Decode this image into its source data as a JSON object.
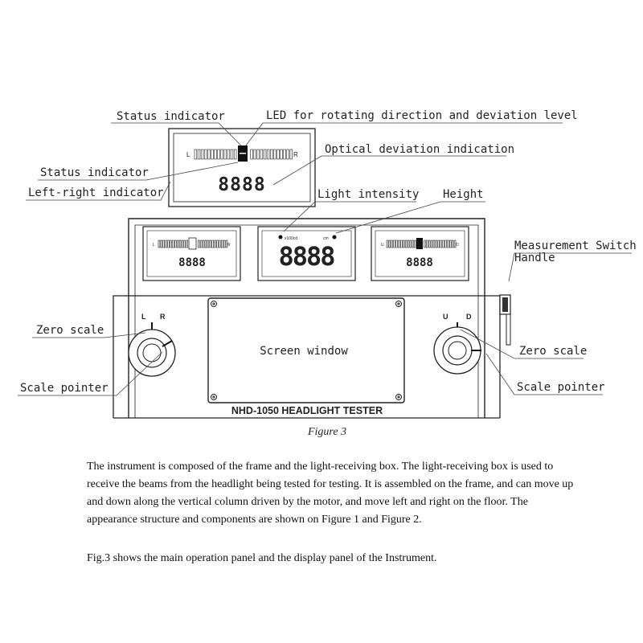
{
  "labels": {
    "status_indicator_top": "Status indicator",
    "led_direction": "LED for rotating direction and deviation level",
    "optical_deviation": "Optical deviation indication",
    "status_indicator_left": "Status indicator",
    "left_right_indicator": "Left-right indicator",
    "light_intensity": "Light intensity",
    "height": "Height",
    "measurement_switch_line1": "Measurement Switch",
    "measurement_switch_line2": "Handle",
    "zero_scale_left": "Zero scale",
    "scale_pointer_left": "Scale pointer",
    "zero_scale_right": "Zero scale",
    "scale_pointer_right": "Scale pointer",
    "screen_window": "Screen window",
    "model_name": "NHD-1050 HEADLIGHT TESTER"
  },
  "displays": {
    "top_left_letter": "L",
    "top_right_letter": "R",
    "top_digits": "8888",
    "left_letter_l": "L",
    "left_letter_r": "R",
    "left_digits": "8888",
    "center_unit_left": "x100cd",
    "center_unit_right": "cm",
    "center_digits": "8888",
    "right_letter_u": "U",
    "right_letter_d": "D",
    "right_digits": "8888"
  },
  "knobs": {
    "left_label_l": "L",
    "left_label_r": "R",
    "right_label_u": "U",
    "right_label_d": "D"
  },
  "caption": "Figure 3",
  "paragraph1": "The instrument is composed of the frame and the light-receiving box. The light-receiving box is used to receive the beams from the headlight being tested for testing. It is assembled on the frame, and can move up and down along the vertical column driven by the motor, and move left and right on the floor. The appearance structure and components are shown on Figure 1 and Figure 2.",
  "paragraph2": "Fig.3 shows the main operation panel and the display panel of the Instrument."
}
